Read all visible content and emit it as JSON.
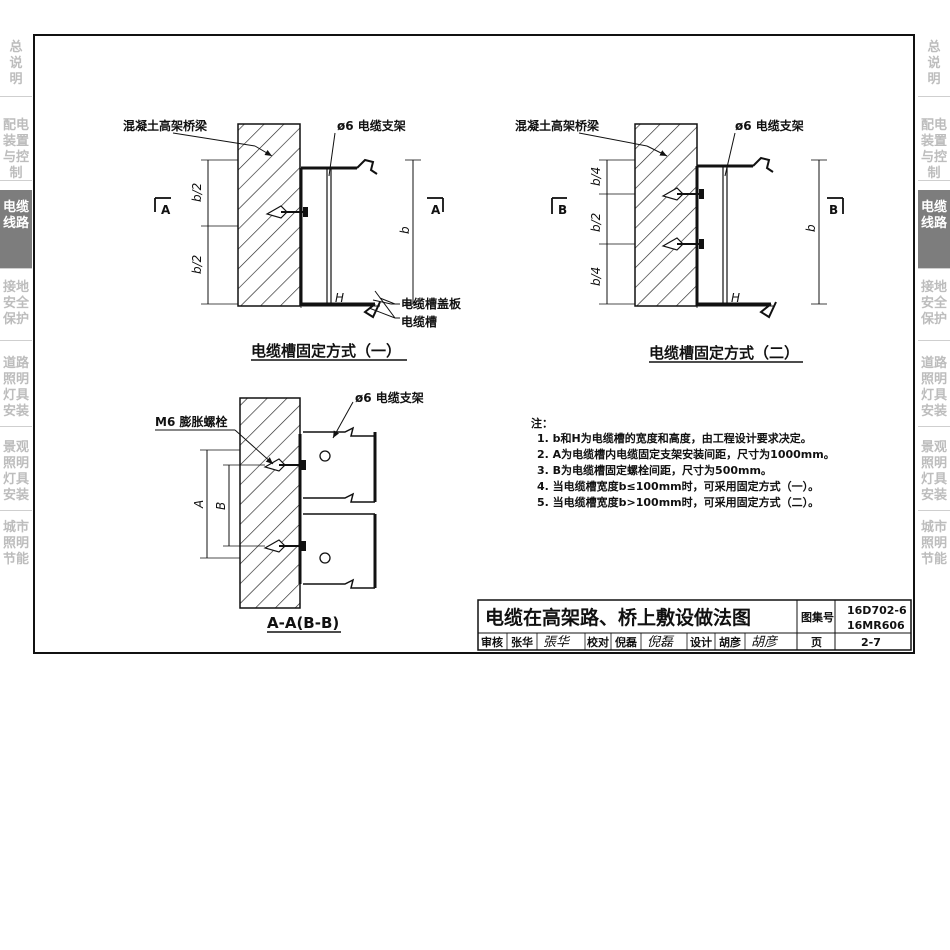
{
  "sidebar": {
    "left": [
      {
        "label": "总说明",
        "chars": [
          "总",
          "说",
          "明"
        ],
        "active": false
      },
      {
        "label": "配电装置与控制",
        "chars": [
          "配电",
          "装置",
          "与控",
          "制"
        ],
        "active": false
      },
      {
        "label": "电缆线路",
        "chars": [
          "电缆",
          "线路"
        ],
        "active": true
      },
      {
        "label": "接地安全保护",
        "chars": [
          "接地",
          "安全",
          "保护"
        ],
        "active": false
      },
      {
        "label": "道路照明灯具安装",
        "chars": [
          "道路",
          "照明",
          "灯具",
          "安装"
        ],
        "active": false
      },
      {
        "label": "景观照明灯具安装",
        "chars": [
          "景观",
          "照明",
          "灯具",
          "安装"
        ],
        "active": false
      },
      {
        "label": "城市照明节能",
        "chars": [
          "城市",
          "照明",
          "节能"
        ],
        "active": false
      }
    ],
    "right": [
      {
        "label": "总说明",
        "chars": [
          "总",
          "说",
          "明"
        ],
        "active": false
      },
      {
        "label": "配电装置与控制",
        "chars": [
          "配电",
          "装置",
          "与控",
          "制"
        ],
        "active": false
      },
      {
        "label": "电缆线路",
        "chars": [
          "电缆",
          "线路"
        ],
        "active": true
      },
      {
        "label": "接地安全保护",
        "chars": [
          "接地",
          "安全",
          "保护"
        ],
        "active": false
      },
      {
        "label": "道路照明灯具安装",
        "chars": [
          "道路",
          "照明",
          "灯具",
          "安装"
        ],
        "active": false
      },
      {
        "label": "景观照明灯具安装",
        "chars": [
          "景观",
          "照明",
          "灯具",
          "安装"
        ],
        "active": false
      },
      {
        "label": "城市照明节能",
        "chars": [
          "城市",
          "照明",
          "节能"
        ],
        "active": false
      }
    ]
  },
  "fig1": {
    "bridge_label": "混凝土高架桥梁",
    "bracket_label": "ø6 电缆支架",
    "cover_label": "电缆槽盖板",
    "trough_label": "电缆槽",
    "dim_half": "b/2",
    "dim_b": "b",
    "dim_h": "H",
    "section_mark": "A",
    "caption": "电缆槽固定方式（一）"
  },
  "fig2": {
    "bridge_label": "混凝土高架桥梁",
    "bracket_label": "ø6 电缆支架",
    "dim_quarter": "b/4",
    "dim_half": "b/2",
    "dim_b": "b",
    "dim_h": "H",
    "section_mark": "B",
    "caption": "电缆槽固定方式（二）"
  },
  "fig3": {
    "bracket_label": "ø6 电缆支架",
    "bolt_label": "M6 膨胀螺栓",
    "dim_a": "A",
    "dim_b": "B",
    "caption": "A-A(B-B)"
  },
  "notes": {
    "heading": "注：",
    "items": [
      "1. b和H为电缆槽的宽度和高度，由工程设计要求决定。",
      "2. A为电缆槽内电缆固定支架安装间距，尺寸为1000mm。",
      "3. B为电缆槽固定螺栓间距，尺寸为500mm。",
      "4. 当电缆槽宽度b≤100mm时，可采用固定方式（一）。",
      "5. 当电缆槽宽度b>100mm时，可采用固定方式（二）。"
    ]
  },
  "title_block": {
    "title": "电缆在高架路、桥上敷设做法图",
    "atlas_label": "图集号",
    "atlas_no_1": "16D702-6",
    "atlas_no_2": "16MR606",
    "review_label": "审核",
    "review_name": "张华",
    "review_sig": "張华",
    "check_label": "校对",
    "check_name": "倪磊",
    "check_sig": "倪磊",
    "design_label": "设计",
    "design_name": "胡彦",
    "design_sig": "胡彦",
    "page_label": "页",
    "page_no": "2-7"
  }
}
